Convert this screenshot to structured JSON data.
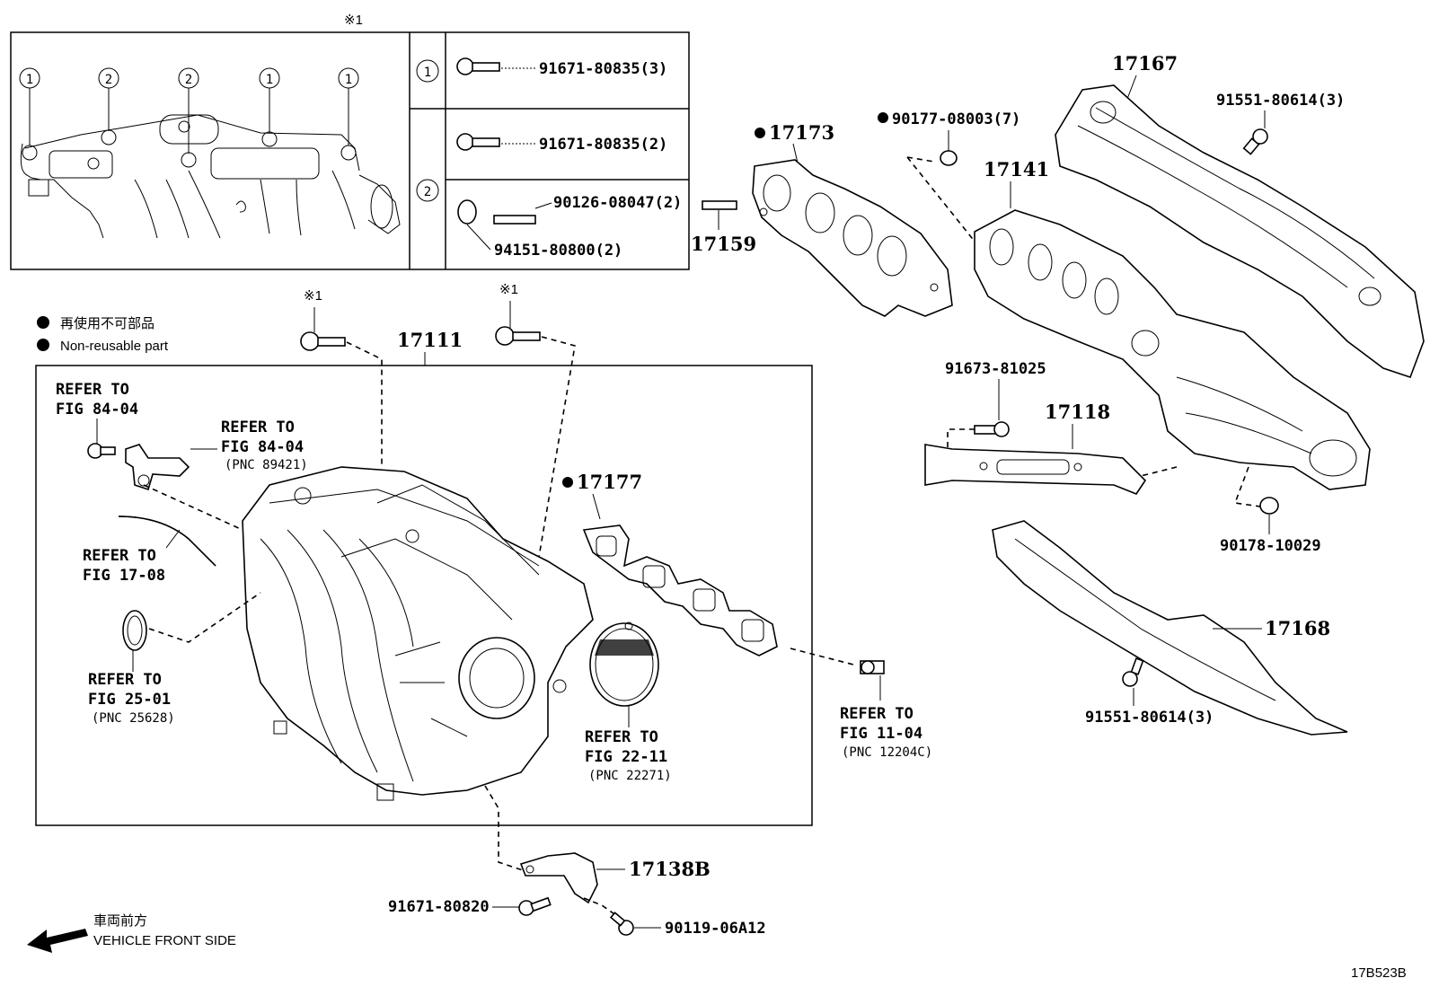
{
  "diagram_code": "17B523B",
  "note_mark": "※1",
  "legend": {
    "jp": "再使用不可部品",
    "en": "Non-reusable part"
  },
  "direction": {
    "jp": "車両前方",
    "en": "VEHICLE FRONT SIDE"
  },
  "inset_table": {
    "row1": {
      "index": "1",
      "part": "91671-80835(3)"
    },
    "row2": {
      "index": "2",
      "parts": [
        "91671-80835(2)",
        "90126-08047(2)",
        "94151-80800(2)"
      ]
    },
    "callouts": [
      "1",
      "2",
      "2",
      "1",
      "1"
    ]
  },
  "parts": {
    "p17111": "17111",
    "p17159": "17159",
    "p17173": "17173",
    "p17167": "17167",
    "p90177": "90177-08003(7)",
    "p17141": "17141",
    "p91551a": "91551-80614(3)",
    "p91673": "91673-81025",
    "p17118": "17118",
    "p90178": "90178-10029",
    "p17177": "17177",
    "p17168": "17168",
    "p91551b": "91551-80614(3)",
    "p17138B": "17138B",
    "p91671_80820": "91671-80820",
    "p90119": "90119-06A12"
  },
  "refs": {
    "r1": {
      "line1": "REFER TO",
      "line2": "FIG 84-04"
    },
    "r2": {
      "line1": "REFER TO",
      "line2": "FIG 84-04",
      "pnc": "(PNC 89421)"
    },
    "r3": {
      "line1": "REFER TO",
      "line2": "FIG 17-08"
    },
    "r4": {
      "line1": "REFER TO",
      "line2": "FIG 25-01",
      "pnc": "(PNC 25628)"
    },
    "r5": {
      "line1": "REFER TO",
      "line2": "FIG 22-11",
      "pnc": "(PNC 22271)"
    },
    "r6": {
      "line1": "REFER TO",
      "line2": "FIG 11-04",
      "pnc": "(PNC 12204C)"
    }
  }
}
